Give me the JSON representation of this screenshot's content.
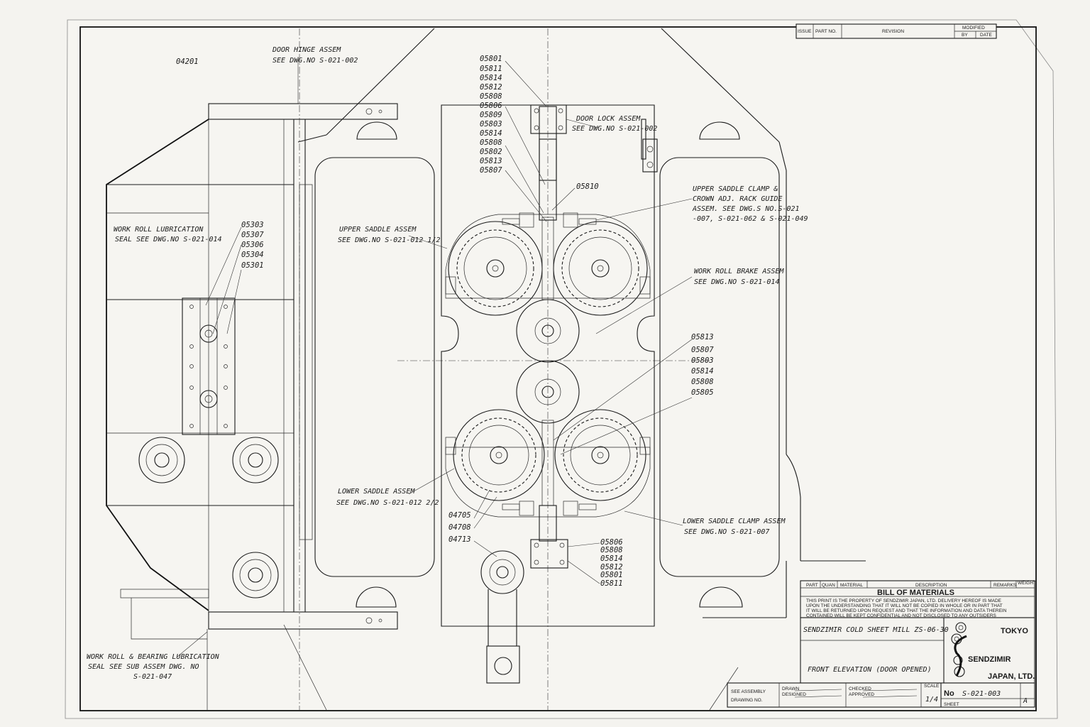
{
  "revision_block": {
    "issue": "ISSUE",
    "part_no": "PART NO.",
    "revision": "REVISION",
    "modified": "MODIFIED",
    "by": "BY",
    "date": "DATE"
  },
  "notes": {
    "door_hinge": [
      "DOOR HINGE ASSEM",
      "SEE DWG.NO S-021-002"
    ],
    "door_lock": [
      "DOOR LOCK ASSEM",
      "SEE DWG.NO S-021-002"
    ],
    "work_roll_lub": [
      "WORK ROLL LUBRICATION",
      "SEAL SEE DWG.NO S-021-014"
    ],
    "upper_saddle": [
      "UPPER SADDLE ASSEM",
      "SEE DWG.NO S-021-012 1/2"
    ],
    "upper_clamp": [
      "UPPER SADDLE CLAMP &",
      "CROWN ADJ. RACK GUIDE",
      "ASSEM. SEE DWG.S NO.S-021",
      "-007, S-021-062 & S-021-049"
    ],
    "brake": [
      "WORK ROLL BRAKE ASSEM",
      "SEE DWG.NO S-021-014"
    ],
    "lower_saddle": [
      "LOWER SADDLE ASSEM",
      "SEE DWG.NO S-021-012 2/2"
    ],
    "lower_clamp": [
      "LOWER SADDLE CLAMP ASSEM",
      "SEE DWG.NO S-021-007"
    ],
    "bearing_lub": [
      "WORK ROLL & BEARING LUBRICATION",
      "SEAL SEE SUB ASSEM DWG. NO",
      "S-021-047"
    ]
  },
  "part_labels": {
    "p04201": "04201",
    "top_stack": [
      "05801",
      "05811",
      "05814",
      "05812",
      "05808",
      "05806",
      "05809",
      "05803",
      "05814",
      "05808",
      "05802",
      "05813",
      "05807"
    ],
    "p05810": "05810",
    "left_stack": [
      "05303",
      "05307",
      "05306",
      "05304",
      "05301"
    ],
    "mid_stack": [
      "05813",
      "05807",
      "05803",
      "05814",
      "05808",
      "05805"
    ],
    "low_left": [
      "04705",
      "04708",
      "04713"
    ],
    "bottom_stack": [
      "05806",
      "05808",
      "05814",
      "05812",
      "05801",
      "05811"
    ]
  },
  "bom": {
    "headers": {
      "part": "PART",
      "quan": "QUAN",
      "material": "MATERIAL",
      "description": "DESCRIPTION",
      "remarks": "REMARKS",
      "weight": "WEIGHT"
    },
    "title": "BILL OF MATERIALS",
    "notice": [
      "THIS PRINT IS THE PROPERTY OF SENDZIMIR JAPAN, LTD. DELIVERY HEREOF IS MADE",
      "UPON THE UNDERSTANDING THAT IT WILL NOT BE COPIED IN WHOLE OR IN PART THAT",
      "IT WILL BE RETURNED UPON REQUEST AND THAT THE INFORMATION AND DATA THEREIN",
      "CONTAINED WILL BE KEPT CONFIDENTIAL AND NOT DISCLOSED TO ANY OUTSIDERS"
    ]
  },
  "title_block": {
    "project": "SENDZIMIR COLD SHEET MILL ZS-06-30",
    "drawing_title": "FRONT ELEVATION (DOOR OPENED)",
    "company_city": "TOKYO",
    "company_name": "SENDZIMIR",
    "company_suffix": "JAPAN, LTD.",
    "dwg_no_label": "No",
    "dwg_no": "S-021-003",
    "rev": "A",
    "scale_label": "SCALE",
    "scale": "1/4",
    "sheet_label": "SHEET",
    "see_assembly": "SEE ASSEMBLY",
    "drawing_no_label": "DRAWING NO.",
    "drawn": "DRAWN",
    "checked": "CHECKED",
    "designed": "DESIGNED",
    "approved": "APPROVED"
  }
}
